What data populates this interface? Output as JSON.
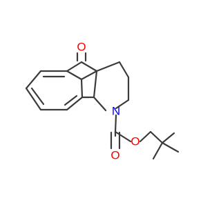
{
  "molecule": {
    "atoms": {
      "carbonyl_oxygen": {
        "symbol": "O",
        "color": "#ff0000"
      },
      "ring_nitrogen": {
        "symbol": "N",
        "color": "#0000ff"
      },
      "carbamate_carbonyl_oxygen": {
        "symbol": "O",
        "color": "#ff0000"
      },
      "carbamate_ester_oxygen": {
        "symbol": "O",
        "color": "#ff0000"
      }
    },
    "bond_color": "#3a3a3a",
    "background": "#ffffff"
  }
}
